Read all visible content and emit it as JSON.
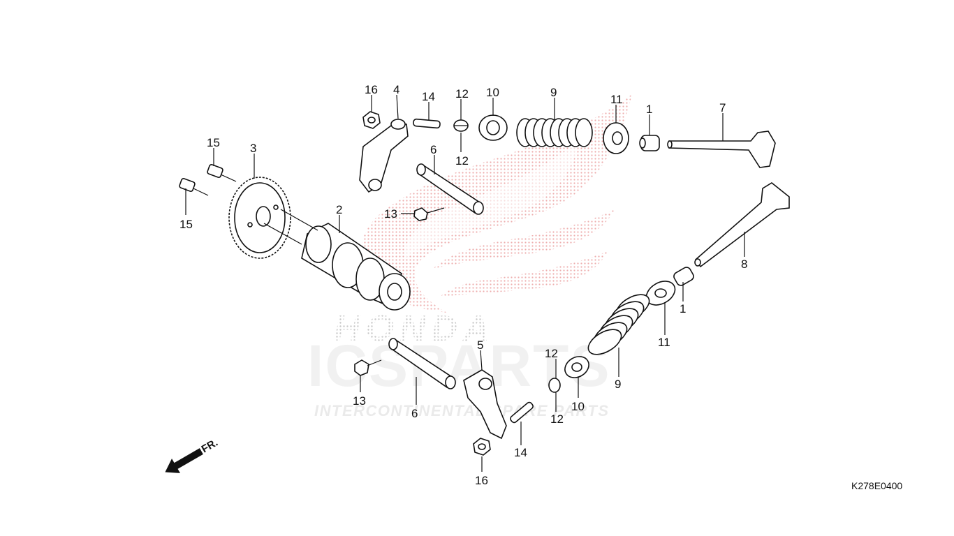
{
  "diagram": {
    "drawing_code": "K278E0400",
    "front_indicator": "FR.",
    "watermark": {
      "brand": "HONDA",
      "logo_text": "ICSPARTS",
      "tagline": "INTERCONTINENTAL SPARE PARTS"
    },
    "callouts": [
      {
        "id": "c1a",
        "text": "1"
      },
      {
        "id": "c1b",
        "text": "1"
      },
      {
        "id": "c2",
        "text": "2"
      },
      {
        "id": "c3",
        "text": "3"
      },
      {
        "id": "c4",
        "text": "4"
      },
      {
        "id": "c5",
        "text": "5"
      },
      {
        "id": "c6a",
        "text": "6"
      },
      {
        "id": "c6b",
        "text": "6"
      },
      {
        "id": "c7",
        "text": "7"
      },
      {
        "id": "c8",
        "text": "8"
      },
      {
        "id": "c9a",
        "text": "9"
      },
      {
        "id": "c9b",
        "text": "9"
      },
      {
        "id": "c10a",
        "text": "10"
      },
      {
        "id": "c10b",
        "text": "10"
      },
      {
        "id": "c11a",
        "text": "11"
      },
      {
        "id": "c11b",
        "text": "11"
      },
      {
        "id": "c12a",
        "text": "12"
      },
      {
        "id": "c12b",
        "text": "12"
      },
      {
        "id": "c12c",
        "text": "12"
      },
      {
        "id": "c12d",
        "text": "12"
      },
      {
        "id": "c13a",
        "text": "13"
      },
      {
        "id": "c13b",
        "text": "13"
      },
      {
        "id": "c14a",
        "text": "14"
      },
      {
        "id": "c14b",
        "text": "14"
      },
      {
        "id": "c15a",
        "text": "15"
      },
      {
        "id": "c15b",
        "text": "15"
      },
      {
        "id": "c16a",
        "text": "16"
      },
      {
        "id": "c16b",
        "text": "16"
      }
    ]
  }
}
